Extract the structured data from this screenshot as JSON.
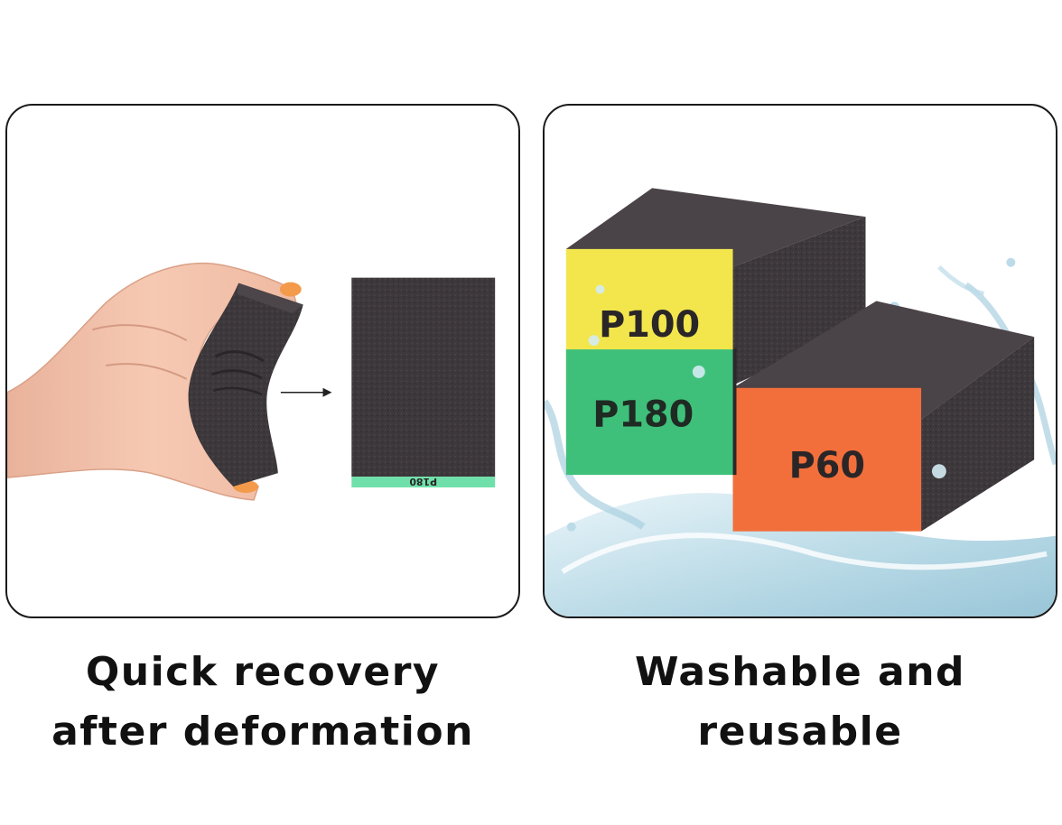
{
  "left_panel": {
    "sponge_label": "P180",
    "caption_line1": "Quick recovery",
    "caption_line2": "after deformation"
  },
  "right_panel": {
    "block_labels": [
      "P100",
      "P180",
      "P60"
    ],
    "caption_line1": "Washable and",
    "caption_line2": "reusable"
  },
  "colors": {
    "sponge": "#3d383b",
    "yellow": "#f2e64c",
    "green": "#3fc07a",
    "mint": "#6fe0a9",
    "orange": "#f26f3b",
    "skin": "#f4c2aa",
    "water": "#bcdbe8"
  }
}
